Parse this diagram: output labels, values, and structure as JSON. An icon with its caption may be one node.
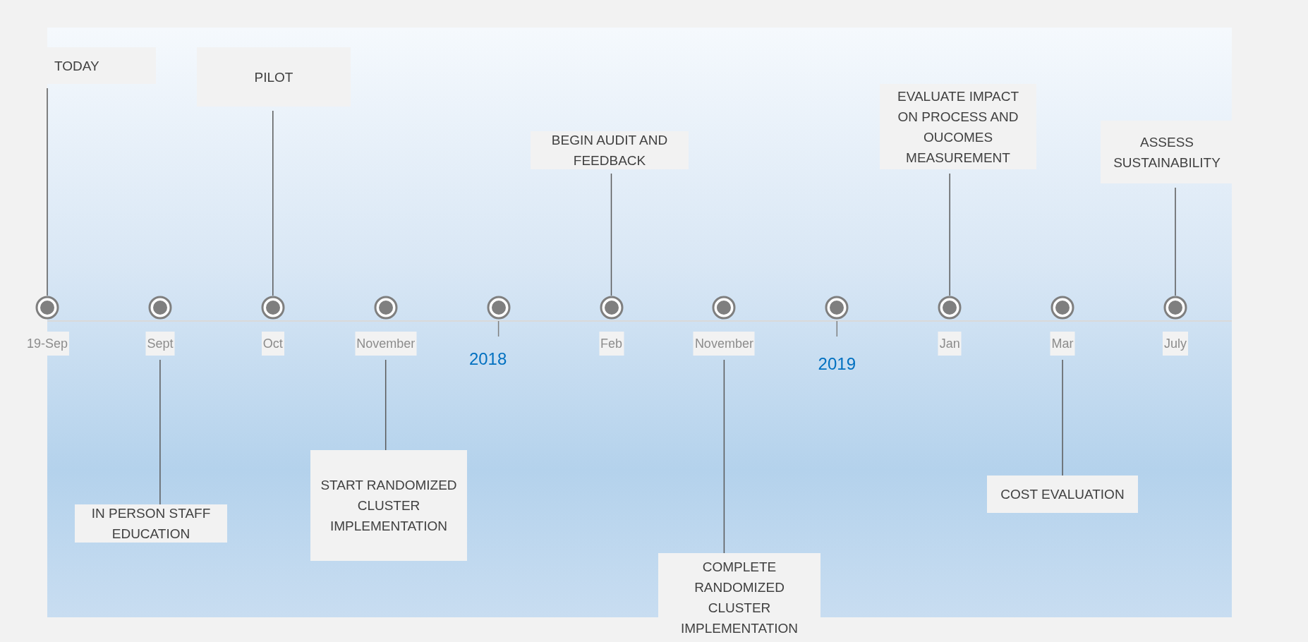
{
  "diagram": {
    "nodes": [
      {
        "text": [
          "TODAY"
        ]
      },
      {
        "text": [
          "PILOT"
        ]
      },
      {
        "text": [
          "BEGIN AUDIT AND FEEDBACK"
        ]
      },
      {
        "text": [
          "EVALUATE IMPACT ON PROCESS AND OUCOMES MEASUREMENT"
        ]
      },
      {
        "text": [
          "ASSESS SUSTAINABILITY"
        ]
      },
      {
        "text": [],
        "shape": "circle"
      },
      {
        "text": [],
        "shape": "circle"
      },
      {
        "text": [],
        "shape": "circle"
      },
      {
        "text": [],
        "shape": "circle"
      },
      {
        "text": [],
        "shape": "circle"
      },
      {
        "text": [],
        "shape": "circle"
      },
      {
        "text": [],
        "shape": "circle"
      },
      {
        "text": [],
        "shape": "circle"
      },
      {
        "text": [],
        "shape": "circle"
      },
      {
        "text": [],
        "shape": "circle"
      },
      {
        "text": [],
        "shape": "circle"
      },
      {
        "text": [
          "19-Sep"
        ]
      },
      {
        "text": [
          "Sept"
        ]
      },
      {
        "text": [
          "Oct"
        ]
      },
      {
        "text": [
          "November"
        ]
      },
      {
        "text": [
          "Feb"
        ]
      },
      {
        "text": [
          "November"
        ]
      },
      {
        "text": [
          "Jan"
        ]
      },
      {
        "text": [
          "Mar"
        ]
      },
      {
        "text": [
          "July"
        ]
      },
      {
        "text": [
          "IN PERSON STAFF EDUCATION"
        ]
      },
      {
        "text": [
          "START RANDOMIZED CLUSTER IMPLEMENTATION"
        ]
      },
      {
        "text": [
          "COMPLETE RANDOMIZED CLUSTER IMPLEMENTATION"
        ]
      },
      {
        "text": [
          "COST EVALUATION"
        ]
      }
    ],
    "edges": [
      {
        "from": 0,
        "to": 5,
        "arrow": "none"
      },
      {
        "from": 1,
        "to": 7,
        "arrow": "none"
      },
      {
        "from": 2,
        "to": 10,
        "arrow": "none"
      },
      {
        "from": 3,
        "to": 13,
        "arrow": "none"
      },
      {
        "from": 4,
        "to": 15,
        "arrow": "none"
      },
      {
        "from": 17,
        "to": 25,
        "arrow": "none"
      },
      {
        "from": 19,
        "to": 26,
        "arrow": "none"
      },
      {
        "from": 21,
        "to": 27,
        "arrow": "none"
      },
      {
        "from": 23,
        "to": 28,
        "arrow": "none"
      }
    ],
    "labels": [
      "2018",
      "2019"
    ]
  }
}
